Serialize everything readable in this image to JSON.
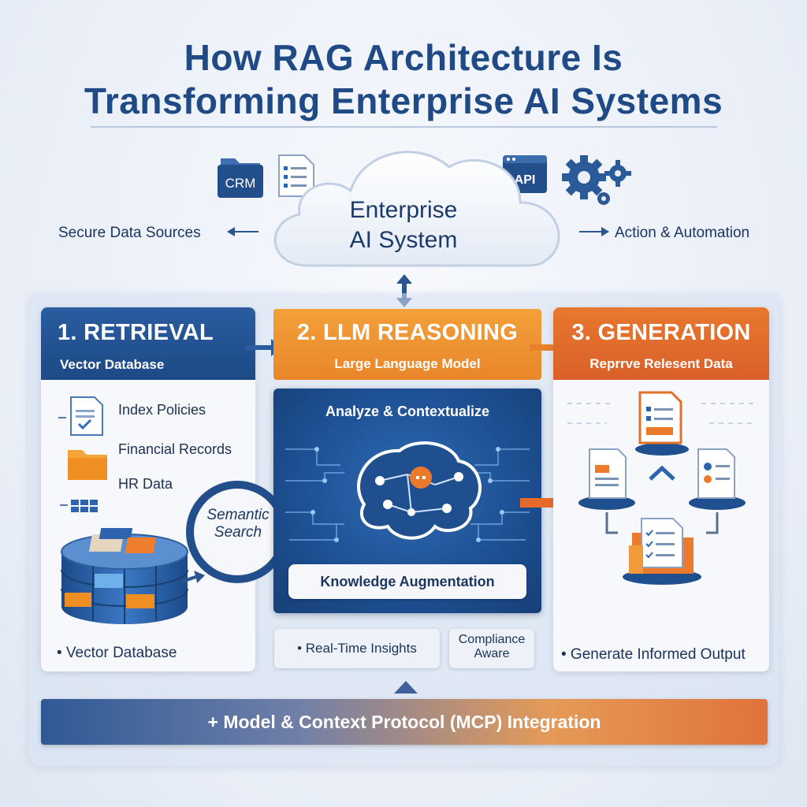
{
  "title": {
    "line1": "How RAG Architecture Is",
    "line2": "Transforming Enterprise AI Systems"
  },
  "top": {
    "crm_label": "CRM",
    "api_label": "API",
    "cloud_line1": "Enterprise",
    "cloud_line2": "AI System",
    "left_label": "Secure Data Sources",
    "right_label": "Action & Automation"
  },
  "columns": {
    "retrieval": {
      "title": "1. RETRIEVAL",
      "subtitle": "Vector Database",
      "items": [
        "Index Policies",
        "Financial Records",
        "HR Data"
      ],
      "semantic_search": "Semantic Search",
      "bottom": "• Vector Database"
    },
    "reasoning": {
      "title": "2. LLM REASONING",
      "subtitle": "Large Language Model",
      "panel_title": "Analyze & Contextualize",
      "augmentation": "Knowledge Augmentation",
      "insights": "• Real-Time Insights",
      "compliance_1": "Compliance",
      "compliance_2": "Aware"
    },
    "generation": {
      "title": "3. GENERATION",
      "subtitle": "Reprrve Relesent Data",
      "bottom": "• Generate Informed Output"
    }
  },
  "mcp_label": "+ Model & Context Protocol (MCP) Integration",
  "colors": {
    "blue": "#1f4f8f",
    "orange": "#e98a2c",
    "dark_orange": "#dd6a2a"
  }
}
